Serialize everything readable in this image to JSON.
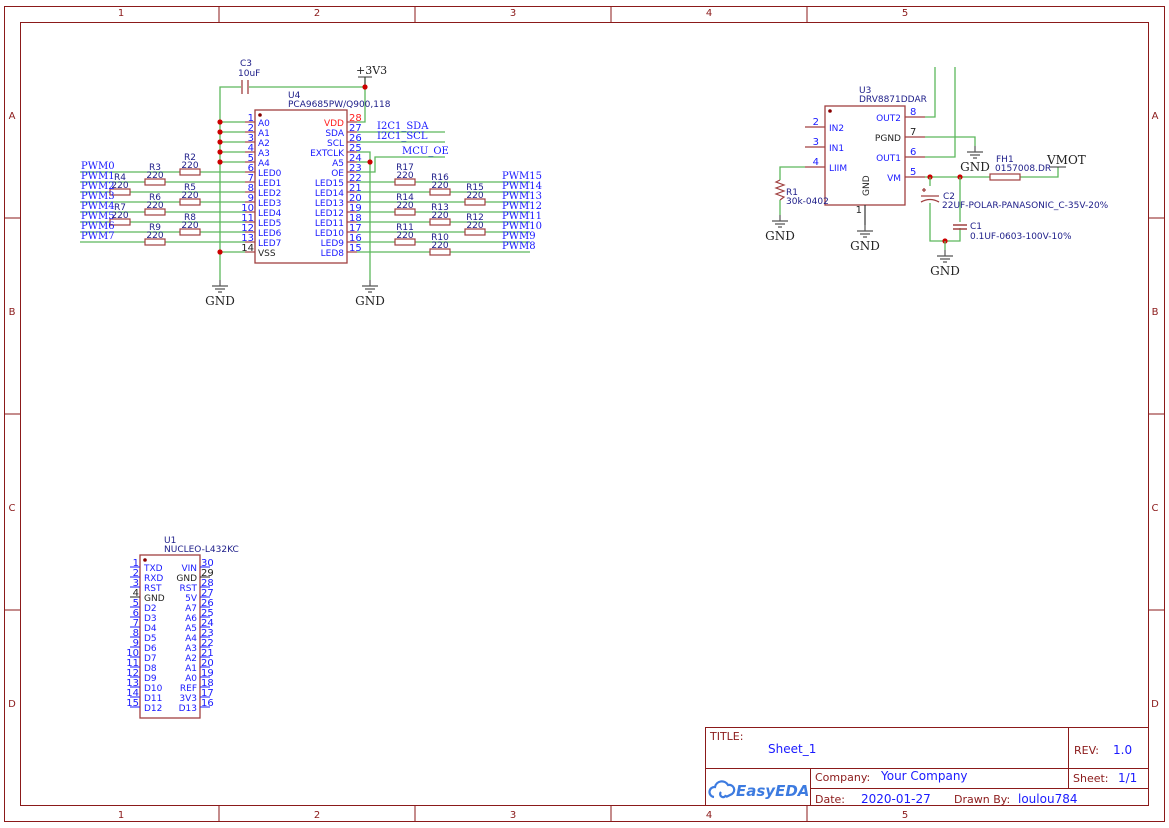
{
  "sheet": {
    "columns": [
      "1",
      "2",
      "3",
      "4",
      "5"
    ],
    "rows": [
      "A",
      "B",
      "C",
      "D"
    ]
  },
  "colors": {
    "wire": "#5cb85c",
    "component": "#a04040",
    "pin_text": "#1a1aff",
    "ref_text": "#20208a",
    "frame": "#8b1a1a",
    "junction": "#cc0000",
    "power_pin": "#ff2020"
  },
  "power": {
    "v3v3": "+3V3",
    "gnd": "GND",
    "vmot": "VMOT"
  },
  "c3": {
    "ref": "C3",
    "value": "10uF"
  },
  "u4": {
    "ref": "U4",
    "part": "PCA9685PW/Q900,118",
    "left_pins": [
      {
        "num": "1",
        "name": "A0"
      },
      {
        "num": "2",
        "name": "A1"
      },
      {
        "num": "3",
        "name": "A2"
      },
      {
        "num": "4",
        "name": "A3"
      },
      {
        "num": "5",
        "name": "A4"
      },
      {
        "num": "6",
        "name": "LED0"
      },
      {
        "num": "7",
        "name": "LED1"
      },
      {
        "num": "8",
        "name": "LED2"
      },
      {
        "num": "9",
        "name": "LED3"
      },
      {
        "num": "10",
        "name": "LED4"
      },
      {
        "num": "11",
        "name": "LED5"
      },
      {
        "num": "12",
        "name": "LED6"
      },
      {
        "num": "13",
        "name": "LED7"
      },
      {
        "num": "14",
        "name": "VSS"
      }
    ],
    "right_pins": [
      {
        "num": "28",
        "name": "VDD"
      },
      {
        "num": "27",
        "name": "SDA"
      },
      {
        "num": "26",
        "name": "SCL"
      },
      {
        "num": "25",
        "name": "EXTCLK"
      },
      {
        "num": "24",
        "name": "A5"
      },
      {
        "num": "23",
        "name": "OE"
      },
      {
        "num": "22",
        "name": "LED15"
      },
      {
        "num": "21",
        "name": "LED14"
      },
      {
        "num": "20",
        "name": "LED13"
      },
      {
        "num": "19",
        "name": "LED12"
      },
      {
        "num": "18",
        "name": "LED11"
      },
      {
        "num": "17",
        "name": "LED10"
      },
      {
        "num": "16",
        "name": "LED9"
      },
      {
        "num": "15",
        "name": "LED8"
      }
    ]
  },
  "left_channels": [
    {
      "net": "PWM0",
      "ref": "R2",
      "value": "220"
    },
    {
      "net": "PWM1",
      "ref": "R3",
      "value": "220"
    },
    {
      "net": "PWM2",
      "ref": "R4",
      "value": "220"
    },
    {
      "net": "PWM3",
      "ref": "R5",
      "value": "220"
    },
    {
      "net": "PWM4",
      "ref": "R6",
      "value": "220"
    },
    {
      "net": "PWM5",
      "ref": "R7",
      "value": "220"
    },
    {
      "net": "PWM6",
      "ref": "R8",
      "value": "220"
    },
    {
      "net": "PWM7",
      "ref": "R9",
      "value": "220"
    }
  ],
  "right_channels": [
    {
      "net": "PWM15",
      "ref": "R17",
      "value": "220"
    },
    {
      "net": "PWM14",
      "ref": "R16",
      "value": "220"
    },
    {
      "net": "PWM13",
      "ref": "R15",
      "value": "220"
    },
    {
      "net": "PWM12",
      "ref": "R14",
      "value": "220"
    },
    {
      "net": "PWM11",
      "ref": "R13",
      "value": "220"
    },
    {
      "net": "PWM10",
      "ref": "R12",
      "value": "220"
    },
    {
      "net": "PWM9",
      "ref": "R11",
      "value": "220"
    },
    {
      "net": "PWM8",
      "ref": "R10",
      "value": "220"
    }
  ],
  "nets": {
    "sda": "I2C1_SDA",
    "scl": "I2C1_SCL",
    "oe": "MCU_OE"
  },
  "u3": {
    "ref": "U3",
    "part": "DRV8871DDAR",
    "left_pins": [
      {
        "num": "2",
        "name": "IN2"
      },
      {
        "num": "3",
        "name": "IN1"
      },
      {
        "num": "4",
        "name": "LIIM"
      }
    ],
    "right_pins": [
      {
        "num": "8",
        "name": "OUT2"
      },
      {
        "num": "7",
        "name": "PGND"
      },
      {
        "num": "6",
        "name": "OUT1"
      },
      {
        "num": "5",
        "name": "VM"
      }
    ],
    "bottom_pin": {
      "num": "1",
      "name": "GND"
    }
  },
  "r1": {
    "ref": "R1",
    "value": "30k-0402"
  },
  "c2": {
    "ref": "C2",
    "value": "22UF-POLAR-PANASONIC_C-35V-20%"
  },
  "c1": {
    "ref": "C1",
    "value": "0.1UF-0603-100V-10%"
  },
  "fh1": {
    "ref": "FH1",
    "value": "0157008.DR"
  },
  "u1": {
    "ref": "U1",
    "part": "NUCLEO-L432KC",
    "left_pins": [
      {
        "num": "1",
        "name": "TXD"
      },
      {
        "num": "2",
        "name": "RXD"
      },
      {
        "num": "3",
        "name": "RST"
      },
      {
        "num": "4",
        "name": "GND"
      },
      {
        "num": "5",
        "name": "D2"
      },
      {
        "num": "6",
        "name": "D3"
      },
      {
        "num": "7",
        "name": "D4"
      },
      {
        "num": "8",
        "name": "D5"
      },
      {
        "num": "9",
        "name": "D6"
      },
      {
        "num": "10",
        "name": "D7"
      },
      {
        "num": "11",
        "name": "D8"
      },
      {
        "num": "12",
        "name": "D9"
      },
      {
        "num": "13",
        "name": "D10"
      },
      {
        "num": "14",
        "name": "D11"
      },
      {
        "num": "15",
        "name": "D12"
      }
    ],
    "right_pins": [
      {
        "num": "30",
        "name": "VIN"
      },
      {
        "num": "29",
        "name": "GND"
      },
      {
        "num": "28",
        "name": "RST"
      },
      {
        "num": "27",
        "name": "5V"
      },
      {
        "num": "26",
        "name": "A7"
      },
      {
        "num": "25",
        "name": "A6"
      },
      {
        "num": "24",
        "name": "A5"
      },
      {
        "num": "23",
        "name": "A4"
      },
      {
        "num": "22",
        "name": "A3"
      },
      {
        "num": "21",
        "name": "A2"
      },
      {
        "num": "20",
        "name": "A1"
      },
      {
        "num": "19",
        "name": "A0"
      },
      {
        "num": "18",
        "name": "REF"
      },
      {
        "num": "17",
        "name": "3V3"
      },
      {
        "num": "16",
        "name": "D13"
      }
    ]
  },
  "title_block": {
    "title_label": "TITLE:",
    "title": "Sheet_1",
    "rev_label": "REV:",
    "rev": "1.0",
    "company_label": "Company:",
    "company": "Your Company",
    "sheet_label": "Sheet:",
    "sheet": "1/1",
    "date_label": "Date:",
    "date": "2020-01-27",
    "drawn_by_label": "Drawn By:",
    "drawn_by": "loulou784",
    "logo": "EasyEDA"
  }
}
